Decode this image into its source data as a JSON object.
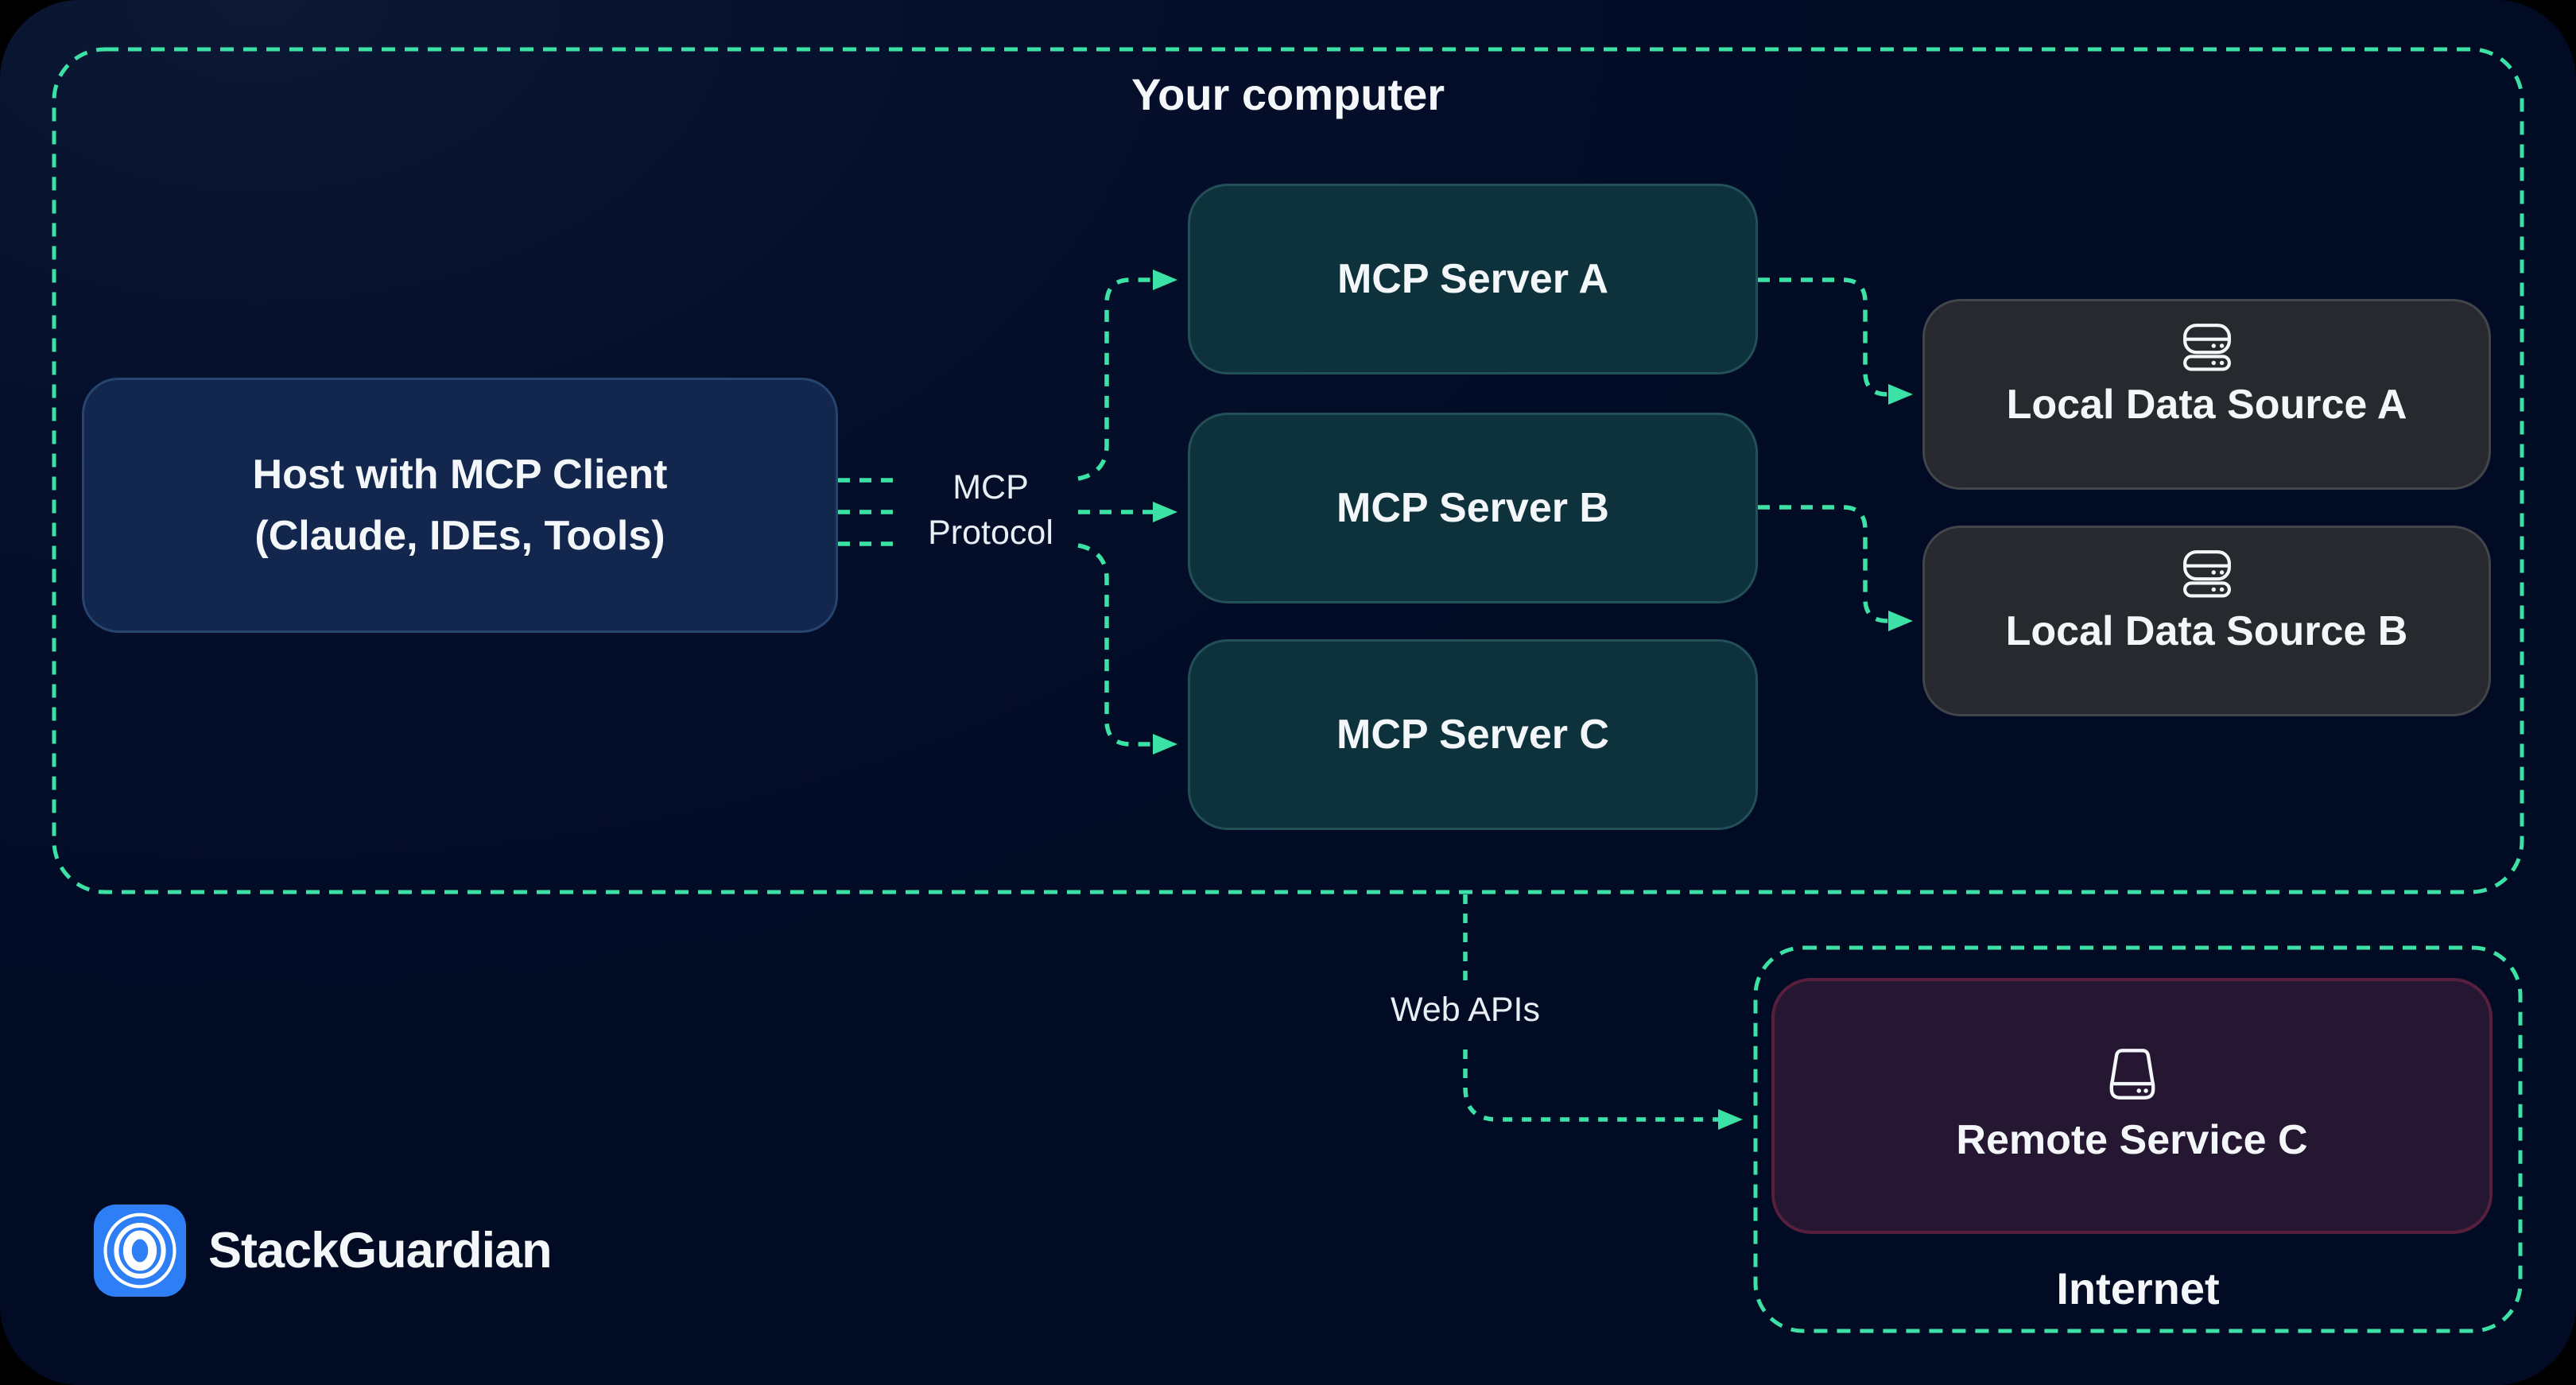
{
  "diagram": {
    "your_computer": {
      "label": "Your computer"
    },
    "host": {
      "line1": "Host with MCP Client",
      "line2": "(Claude, IDEs, Tools)"
    },
    "mcp_protocol": {
      "line1": "MCP",
      "line2": "Protocol"
    },
    "servers": [
      {
        "label": "MCP Server A"
      },
      {
        "label": "MCP Server B"
      },
      {
        "label": "MCP Server C"
      }
    ],
    "data_sources": [
      {
        "label": "Local Data Source A",
        "icon": "database-stack-icon"
      },
      {
        "label": "Local Data Source B",
        "icon": "database-stack-icon"
      }
    ],
    "web_apis": {
      "label": "Web APIs"
    },
    "internet": {
      "label": "Internet"
    },
    "remote_service": {
      "label": "Remote Service C",
      "icon": "hard-drive-icon"
    }
  },
  "branding": {
    "name": "StackGuardian",
    "logo": "concentric-rings-icon"
  },
  "colors": {
    "background": "#040e28",
    "connector_mint": "#3ce2a5",
    "host_box": "#13274e",
    "server_box": "#0e323b",
    "data_source_box": "#27292f",
    "remote_service_box": "#251631",
    "remote_service_border": "#571f3d",
    "brand_blue": "#2e7ef6",
    "text": "#f4f7fa"
  }
}
